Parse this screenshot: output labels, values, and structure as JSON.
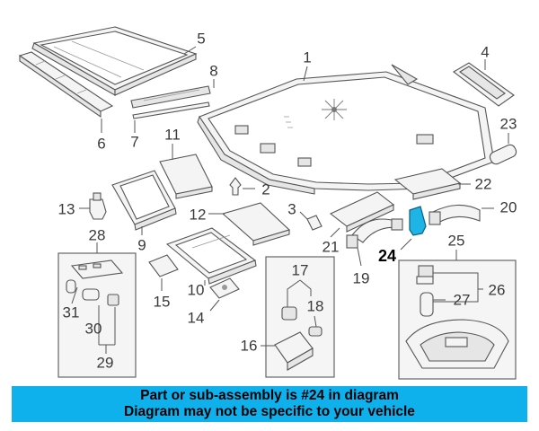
{
  "diagram": {
    "callouts": [
      {
        "id": "1",
        "label": "1"
      },
      {
        "id": "2",
        "label": "2"
      },
      {
        "id": "3",
        "label": "3"
      },
      {
        "id": "4",
        "label": "4"
      },
      {
        "id": "5",
        "label": "5"
      },
      {
        "id": "6",
        "label": "6"
      },
      {
        "id": "7",
        "label": "7"
      },
      {
        "id": "8",
        "label": "8"
      },
      {
        "id": "9",
        "label": "9"
      },
      {
        "id": "10",
        "label": "10"
      },
      {
        "id": "11",
        "label": "11"
      },
      {
        "id": "12",
        "label": "12"
      },
      {
        "id": "13",
        "label": "13"
      },
      {
        "id": "14",
        "label": "14"
      },
      {
        "id": "15",
        "label": "15"
      },
      {
        "id": "16",
        "label": "16"
      },
      {
        "id": "17",
        "label": "17"
      },
      {
        "id": "18",
        "label": "18"
      },
      {
        "id": "19",
        "label": "19"
      },
      {
        "id": "20",
        "label": "20"
      },
      {
        "id": "21",
        "label": "21"
      },
      {
        "id": "22",
        "label": "22"
      },
      {
        "id": "23",
        "label": "23"
      },
      {
        "id": "24",
        "label": "24"
      },
      {
        "id": "25",
        "label": "25"
      },
      {
        "id": "26",
        "label": "26"
      },
      {
        "id": "27",
        "label": "27"
      },
      {
        "id": "28",
        "label": "28"
      },
      {
        "id": "29",
        "label": "29"
      },
      {
        "id": "30",
        "label": "30"
      },
      {
        "id": "31",
        "label": "31"
      }
    ],
    "highlight_part": "24",
    "highlight_color": "#1eb4e6"
  },
  "banner": {
    "line1": "Part or sub-assembly is #24 in diagram",
    "line2": "Diagram may not be specific to your vehicle",
    "background": "#0fb1ec"
  }
}
